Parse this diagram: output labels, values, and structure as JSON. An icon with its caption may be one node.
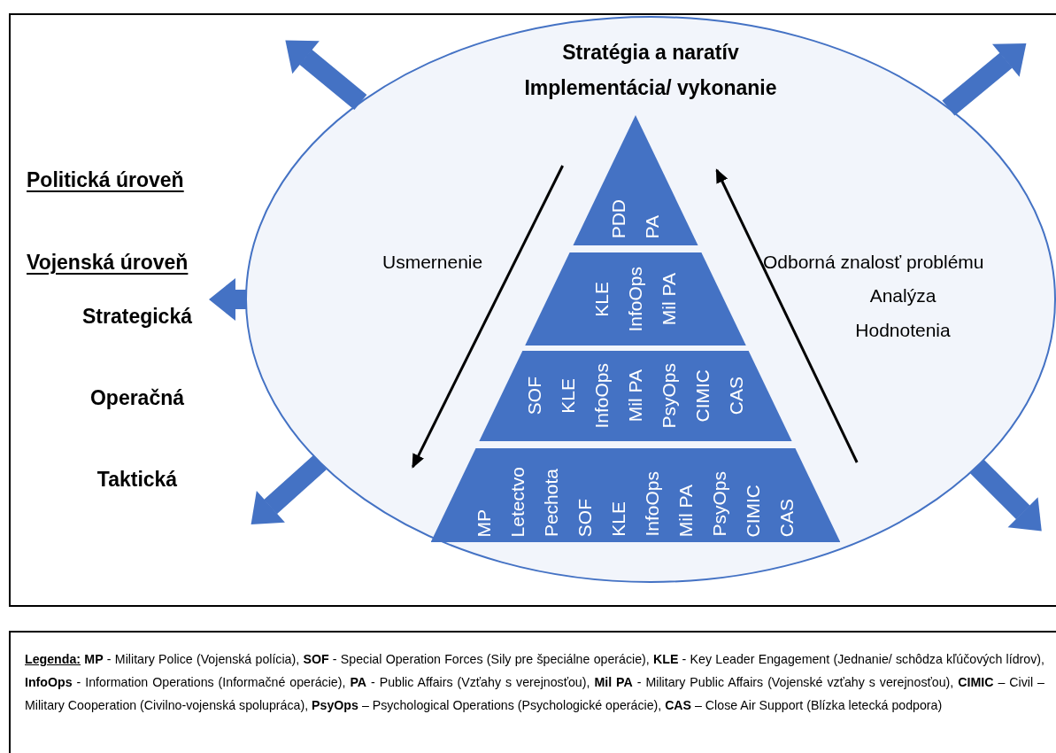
{
  "diagram": {
    "nodes": [
      {
        "text": [
          "Stratégia a naratív",
          "Implementácia/ vykonanie"
        ]
      },
      {
        "text": [
          "PDD",
          "PA"
        ],
        "in": 0
      },
      {
        "text": [
          "KLE",
          "InfoOps",
          "Mil PA"
        ],
        "in": 0
      },
      {
        "text": [
          "SOF",
          "KLE",
          "InfoOps",
          "Mil PA",
          "PsyOps",
          "CIMIC",
          "CAS"
        ],
        "in": 0
      },
      {
        "text": [
          "MP",
          "Letectvo",
          "Pechota",
          "SOF",
          "KLE",
          "InfoOps",
          "Mil PA",
          "PsyOps",
          "CIMIC",
          "CAS"
        ],
        "in": 0
      }
    ],
    "edges": [
      {
        "from": 1,
        "to": 4,
        "arrow": "to",
        "label": "Usmernenie"
      },
      {
        "from": 4,
        "to": 1,
        "arrow": "to"
      }
    ],
    "labels": [
      "Politická úroveň",
      "Vojenská úroveň",
      "Strategická",
      "Operačná",
      "Taktická",
      "Odborná znalosť problému",
      "Analýza",
      "Hodnotenia",
      "**Legenda:** **MP** - Military Police (Vojenská polícia), **SOF** - Special Operation Forces (Sily pre špeciálne operácie), **KLE** - Key Leader Engagement (Jednanie/ schôdza kľúčových lídrov), **InfoOps** - Information Operations (Informačné operácie), **PA** - Public Affairs (Vzťahy s verejnosťou), **Mil PA** - Military Public Affairs (Vojenské vzťahy s verejnosťou), **CIMIC** – Civil – Military Cooperation (Civilno-vojenská spolupráca), **PsyOps** – Psychological Operations (Psychologické operácie), **CAS** – Close Air Support (Blízka letecká podpora)"
    ]
  }
}
